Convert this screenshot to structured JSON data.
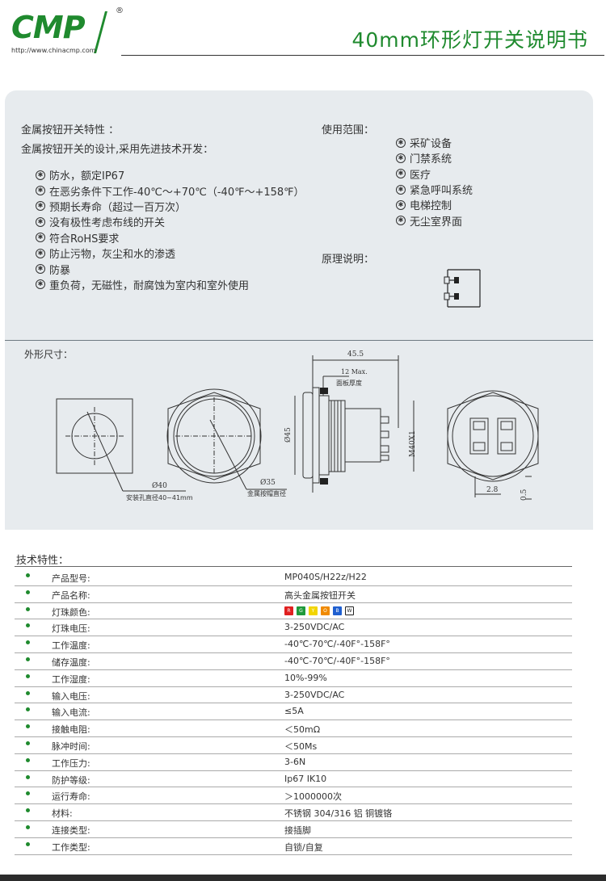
{
  "header": {
    "logo_text": "CMP",
    "logo_reg": "®",
    "logo_url": "http://www.chinacmp.com",
    "title": "40mm环形灯开关说明书",
    "brand_color": "#1f8a2e"
  },
  "features": {
    "heading": "金属按钮开关特性 ：",
    "subheading": "金属按钮开关的设计,采用先进技术开发：",
    "items": [
      "防水，额定IP67",
      "在恶劣条件下工作-40℃～+70℃（-40℉～+158℉）",
      "预期长寿命（超过一百万次）",
      "没有极性考虑布线的开关",
      "符合RoHS要求",
      "防止污物，灰尘和水的渗透",
      "防暴",
      "重负荷，无磁性，耐腐蚀为室内和室外使用"
    ]
  },
  "usage": {
    "heading": "使用范围：",
    "items": [
      "采矿设备",
      "门禁系统",
      "医疗",
      "紧急呼叫系统",
      "电梯控制",
      "无尘室界面"
    ]
  },
  "principle": {
    "heading": "原理说明："
  },
  "dimensions": {
    "heading": "外形尺寸：",
    "d40": "Ø40",
    "hole_label": "安装孔直径40~41mm",
    "d35": "Ø35",
    "cap_label": "金属按帽直径",
    "len_45_5": "45.5",
    "len_12": "12 Max.",
    "panel_label": "面板厚度",
    "d45": "Ø45",
    "thread": "M40X1",
    "dim_2_8": "2.8",
    "dim_0_5": "0.5"
  },
  "tech": {
    "heading": "技术特性：",
    "rows": [
      {
        "label": "产品型号:",
        "value": "MP040S/H22z/H22"
      },
      {
        "label": "产品名称:",
        "value": "高头金属按钮开关"
      },
      {
        "label": "灯珠颜色:",
        "value": ""
      },
      {
        "label": "灯珠电压:",
        "value": "3-250VDC/AC"
      },
      {
        "label": "工作温度:",
        "value": "-40℃-70℃/-40F°-158F°"
      },
      {
        "label": "储存温度:",
        "value": "-40℃-70℃/-40F°-158F°"
      },
      {
        "label": "工作湿度:",
        "value": "10%-99%"
      },
      {
        "label": "输入电压:",
        "value": "3-250VDC/AC"
      },
      {
        "label": "输入电流:",
        "value": "≤5A"
      },
      {
        "label": "接触电阻:",
        "value": "＜50mΩ"
      },
      {
        "label": "脉冲时间:",
        "value": "＜50Ms"
      },
      {
        "label": "工作压力:",
        "value": "3-6N"
      },
      {
        "label": "防护等级:",
        "value": "Ip67 IK10"
      },
      {
        "label": "运行寿命:",
        "value": "＞1000000次"
      },
      {
        "label": "材料:",
        "value": "不锈钢 304/316  铝  铜镀铬"
      },
      {
        "label": "连接类型:",
        "value": "接插脚"
      },
      {
        "label": "工作类型:",
        "value": "自锁/自复"
      }
    ],
    "swatches": [
      {
        "letter": "R",
        "color": "#e02020"
      },
      {
        "letter": "G",
        "color": "#1f9a3a"
      },
      {
        "letter": "Y",
        "color": "#f2d500"
      },
      {
        "letter": "O",
        "color": "#f08a00"
      },
      {
        "letter": "B",
        "color": "#1f5fd0"
      },
      {
        "letter": "W",
        "color": "#ffffff"
      }
    ]
  }
}
